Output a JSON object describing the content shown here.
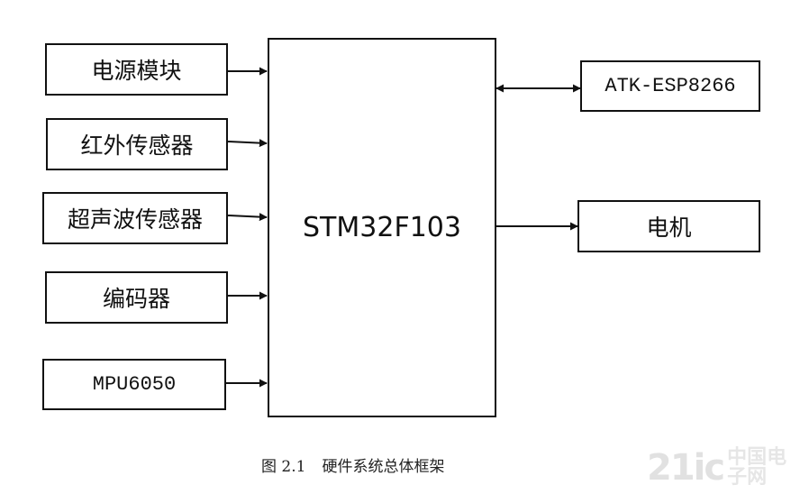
{
  "diagram": {
    "mcu": {
      "label": "STM32F103"
    },
    "inputs": [
      {
        "id": "power",
        "label": "电源模块"
      },
      {
        "id": "ir",
        "label": "红外传感器"
      },
      {
        "id": "ultrasonic",
        "label": "超声波传感器"
      },
      {
        "id": "encoder",
        "label": "编码器"
      },
      {
        "id": "imu",
        "label": "MPU6050"
      }
    ],
    "outputs": [
      {
        "id": "wifi",
        "label": "ATK-ESP8266",
        "direction": "bidirectional"
      },
      {
        "id": "motor",
        "label": "电机",
        "direction": "output"
      }
    ],
    "line_color": "#111111"
  },
  "caption": {
    "number": "图 2.1",
    "text": "硬件系统总体框架"
  },
  "watermark": {
    "logo": "21ic",
    "text": "中国电子网"
  }
}
